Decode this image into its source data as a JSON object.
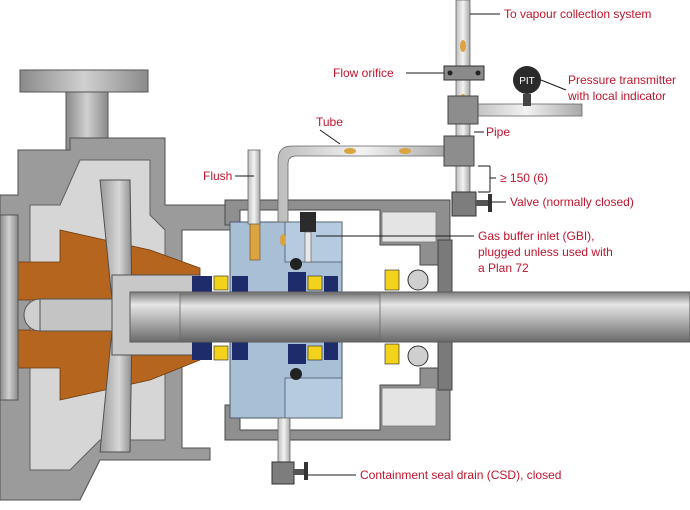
{
  "labels": {
    "vapour": "To vapour collection system",
    "orifice": "Flow orifice",
    "pit_badge": "PIT",
    "pressure_l1": "Pressure transmitter",
    "pressure_l2": "with local indicator",
    "tube": "Tube",
    "pipe": "Pipe",
    "flush": "Flush",
    "dimension": "≥ 150 (6)",
    "valve": "Valve (normally closed)",
    "gbi_l1": "Gas buffer inlet (GBI),",
    "gbi_l2": "plugged unless used with",
    "gbi_l3": "a Plan 72",
    "csd": "Containment seal drain (CSD), closed"
  },
  "colors": {
    "label_text": "#c0152d",
    "casing_gray": "#9e9e9e",
    "bronze": "#b5651d",
    "seal_blue": "#a9bfd6",
    "accent_yellow": "#f2d21b",
    "dark_blue": "#1e2c6b"
  }
}
